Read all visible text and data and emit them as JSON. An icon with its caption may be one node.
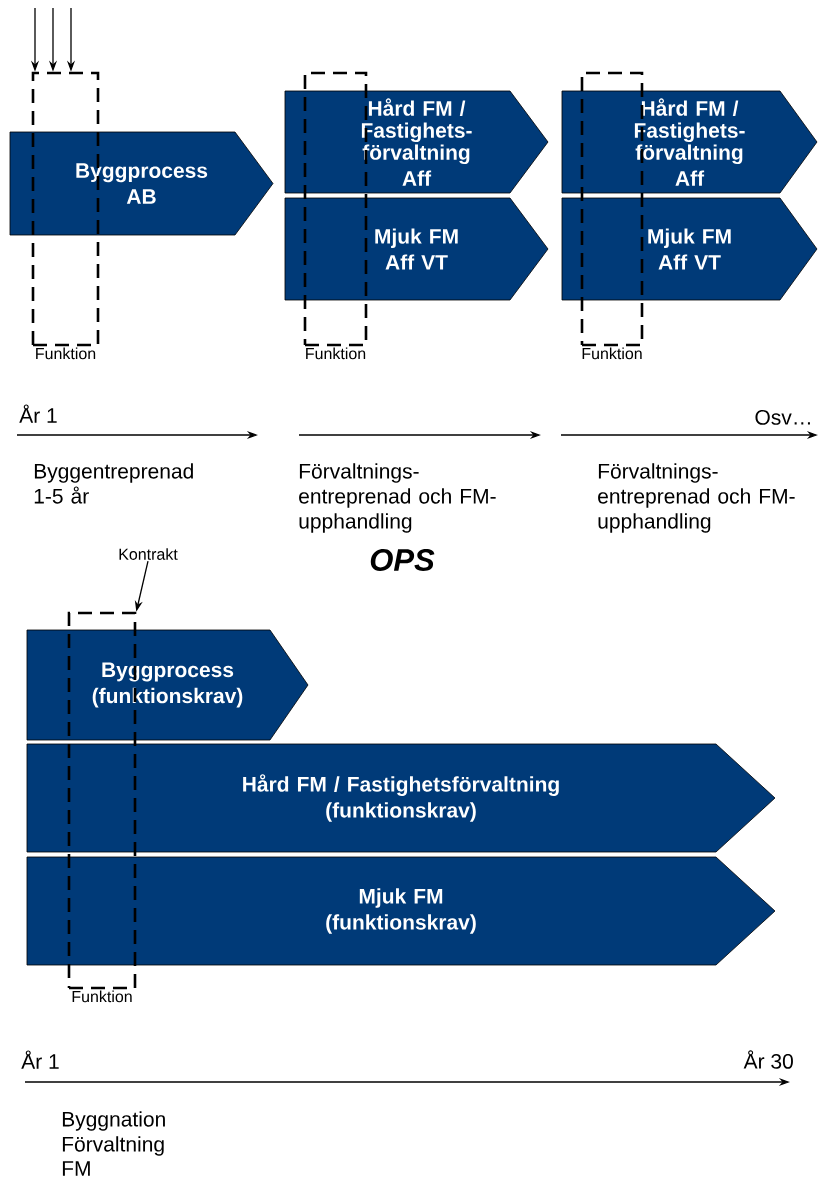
{
  "diagram": {
    "nodes": [
      {
        "text": [
          "Byggprocess",
          "AB"
        ]
      },
      {
        "text": [
          "Hård FM / Fastighets- förvaltning",
          "Aff"
        ]
      },
      {
        "text": [
          "Mjuk FM",
          "Aff VT"
        ]
      },
      {
        "text": [
          "Hård FM / Fastighets- förvaltning",
          "Aff"
        ]
      },
      {
        "text": [
          "Mjuk FM",
          "Aff VT"
        ]
      },
      {
        "text": [
          "Funktion"
        ]
      },
      {
        "text": [
          "Funktion"
        ]
      },
      {
        "text": [
          "Funktion"
        ]
      },
      {
        "text": [
          "Kontrakt"
        ]
      },
      {
        "text": [
          "Byggprocess",
          "(funktionskrav)"
        ]
      },
      {
        "text": [
          "Hård FM / Fastighetsförvaltning",
          "(funktionskrav)"
        ]
      },
      {
        "text": [
          "Mjuk FM",
          "(funktionskrav)"
        ]
      },
      {
        "text": [
          "Funktion"
        ]
      }
    ],
    "edges": [
      {
        "from": null,
        "to": 5,
        "arrow": "to"
      },
      {
        "from": null,
        "to": 5,
        "arrow": "to"
      },
      {
        "from": null,
        "to": 5,
        "arrow": "to"
      },
      {
        "from": 8,
        "to": 12,
        "arrow": "to"
      }
    ],
    "labels": [
      "År 1",
      "Osv…",
      "Byggentreprenad 1-5 år",
      "Förvaltnings- entreprenad och FM- upphandling",
      "Förvaltnings- entreprenad och FM- upphandling",
      "OPS",
      "År 1",
      "År 30",
      "Byggnation",
      "Förvaltning",
      "FM"
    ]
  }
}
